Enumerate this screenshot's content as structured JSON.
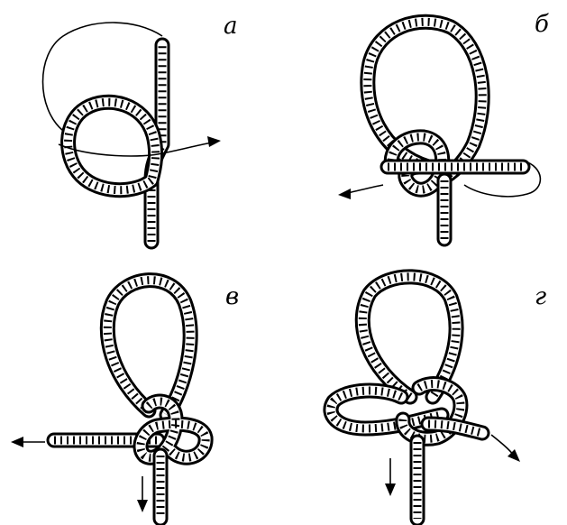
{
  "panels": [
    {
      "key": "a",
      "label": "а"
    },
    {
      "key": "b",
      "label": "б"
    },
    {
      "key": "v",
      "label": "в"
    },
    {
      "key": "g",
      "label": "г"
    }
  ],
  "colors": {
    "ink": "#000000",
    "paper": "#ffffff"
  }
}
